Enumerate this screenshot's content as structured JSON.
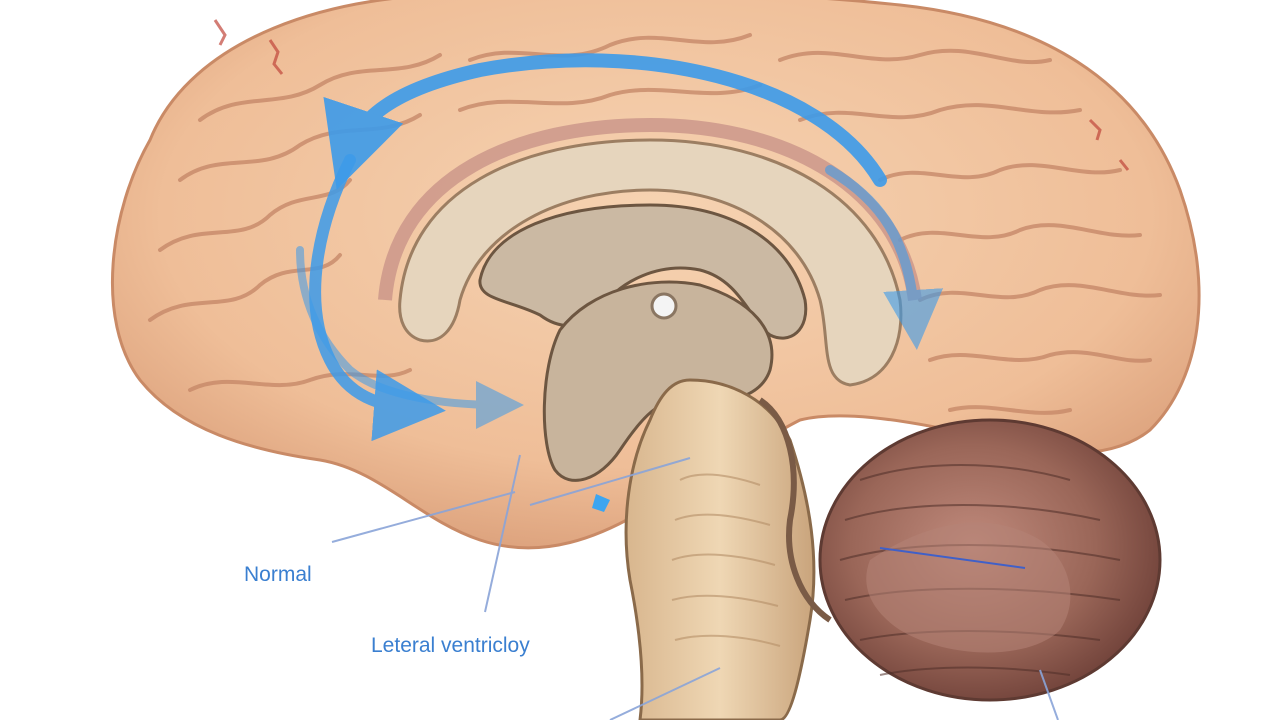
{
  "labels": {
    "normal": "Normal",
    "lateral": "Leteral ventricloy"
  },
  "colors": {
    "cortex": "#f0c09a",
    "cortex_shadow": "#d89a74",
    "gyrus_line": "#b9785a",
    "corpus_callosum": "#e8d8c0",
    "ventricle": "#cbb9a3",
    "cerebellum": "#8b5a50",
    "brainstem": "#e0c29a",
    "arrow": "#3d9bea",
    "label_text": "#3a7fd0",
    "leader_line": "#6f8fcf"
  },
  "icons": [
    "csf-flow-arrow",
    "ventricle-highlight"
  ]
}
